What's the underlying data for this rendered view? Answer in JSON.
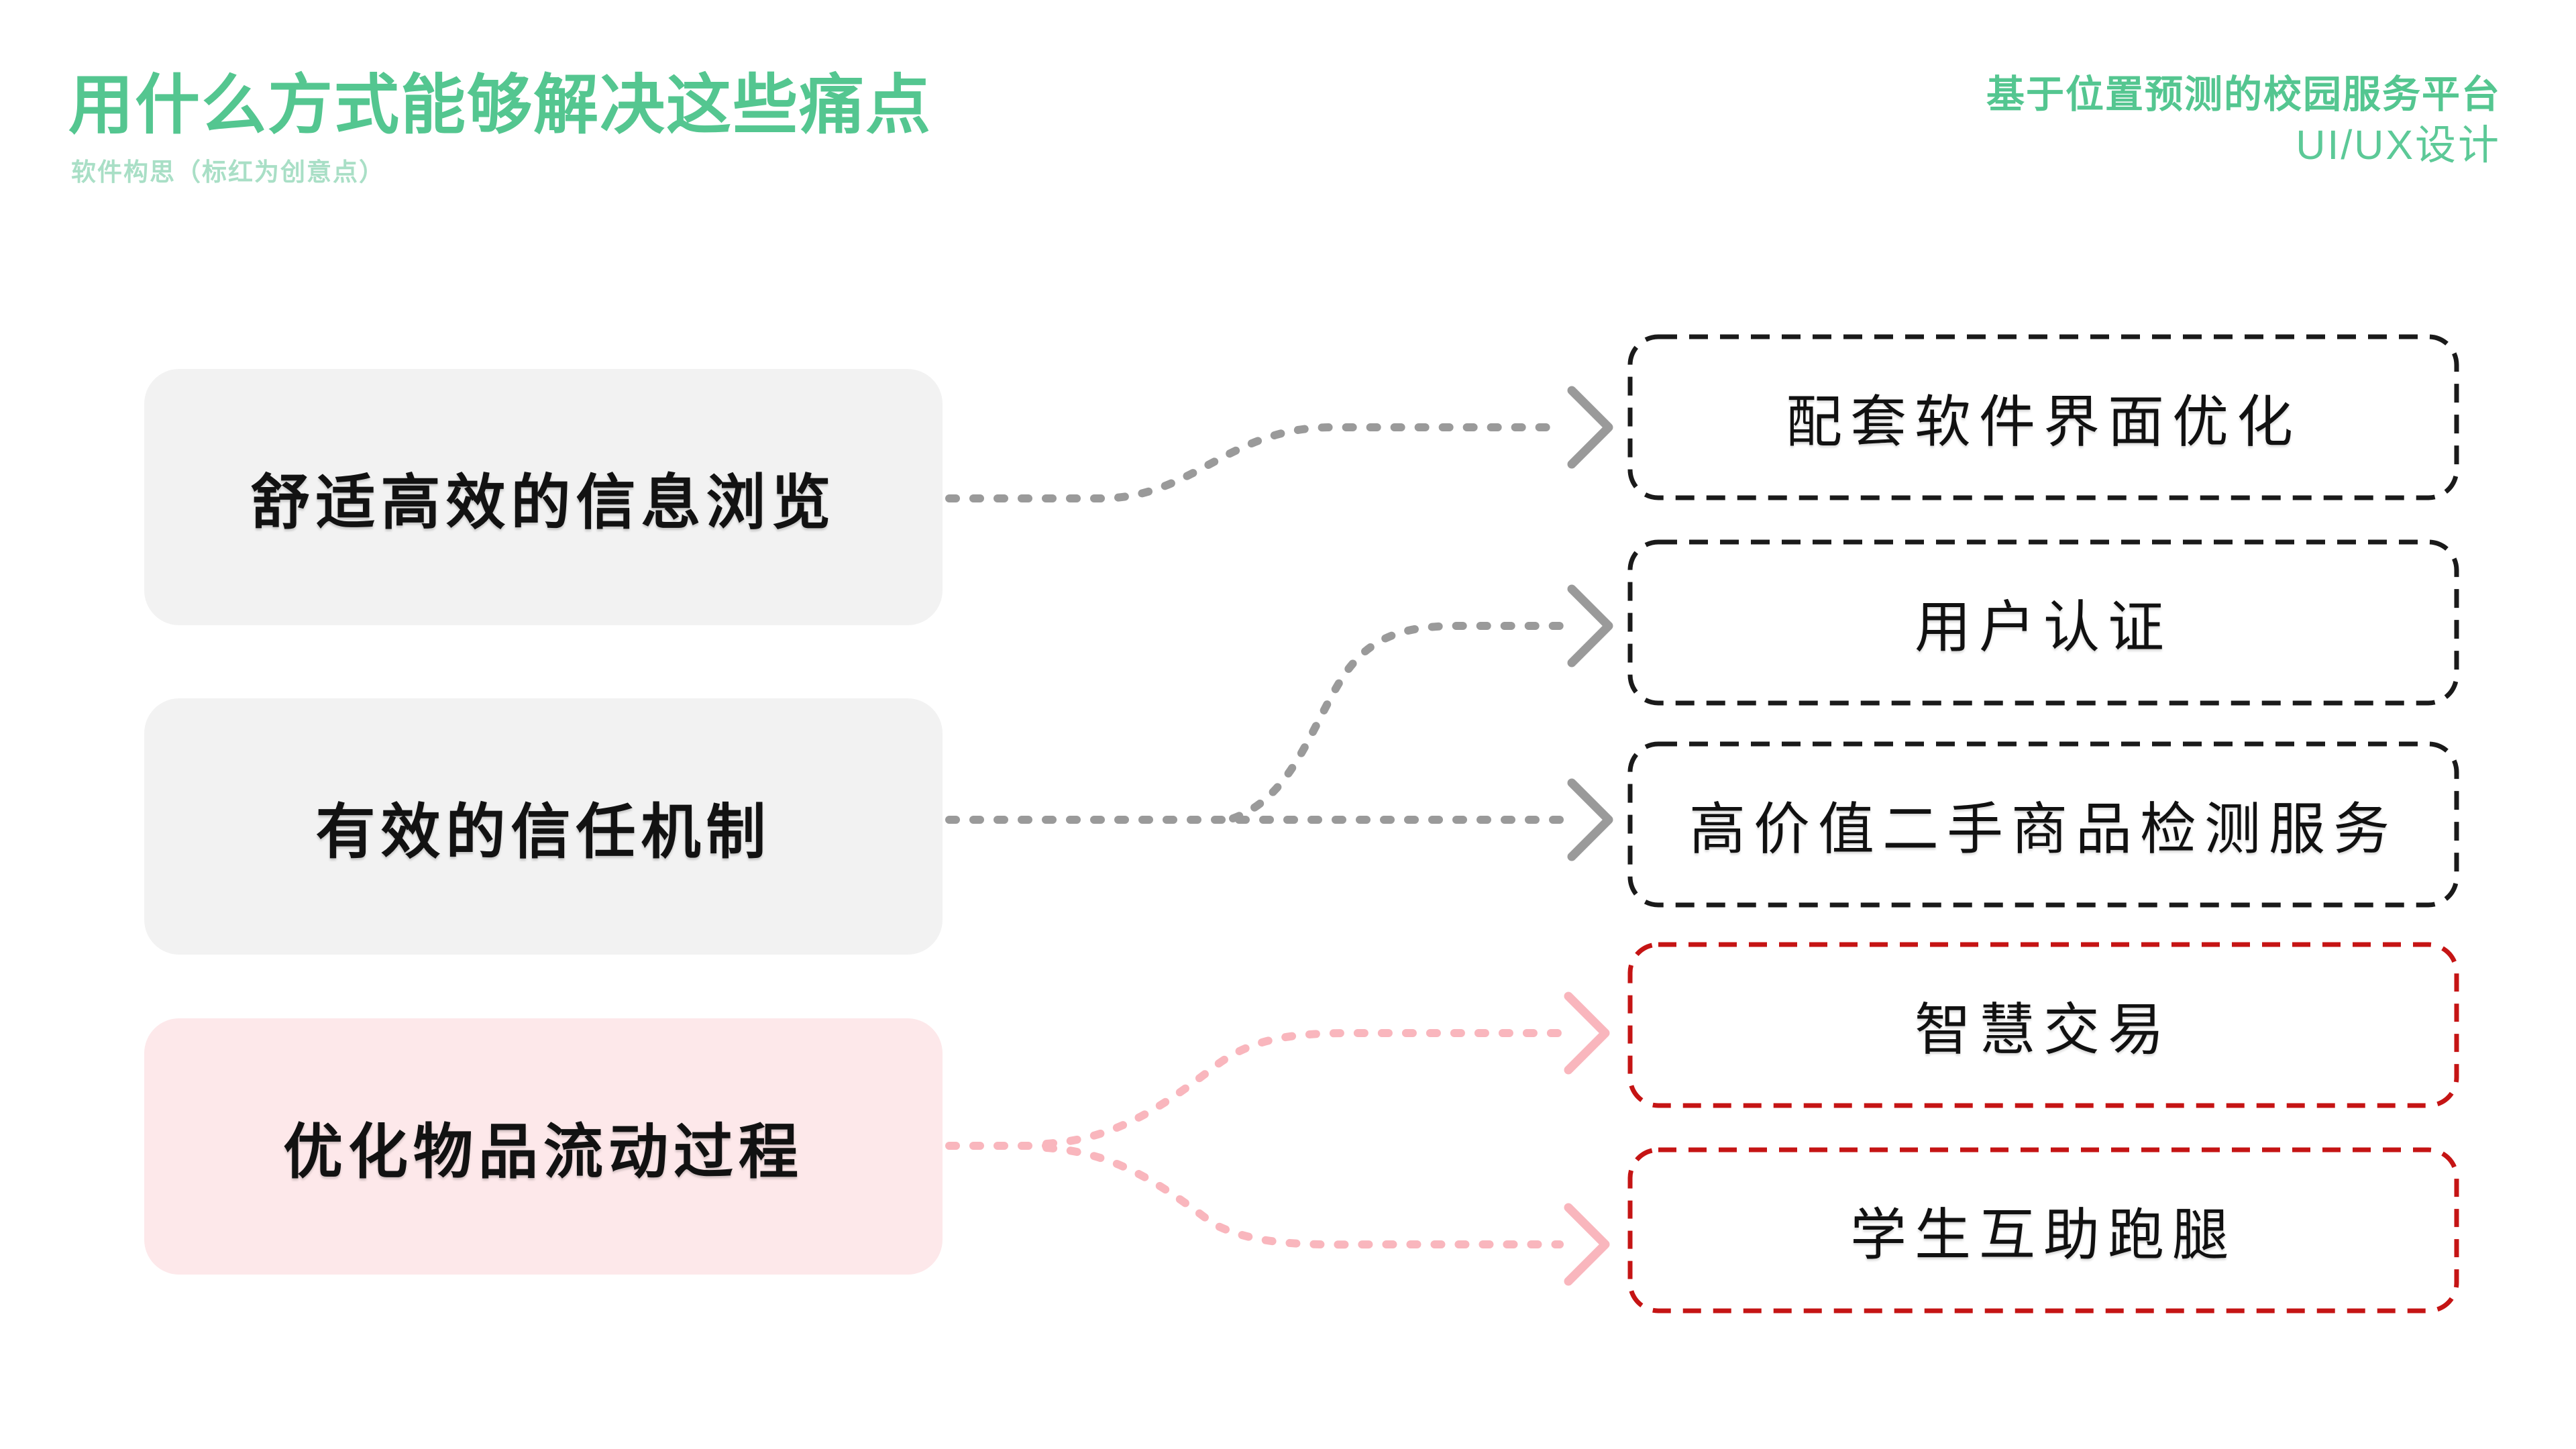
{
  "header": {
    "title": "用什么方式能够解决这些痛点",
    "subtitle": "软件构思（标红为创意点）",
    "project_title": "基于位置预测的校园服务平台",
    "project_subtitle": "UI/UX设计"
  },
  "pain_points": [
    {
      "label": "舒适高效的信息浏览",
      "highlight": false
    },
    {
      "label": "有效的信任机制",
      "highlight": false
    },
    {
      "label": "优化物品流动过程",
      "highlight": true
    }
  ],
  "solutions": [
    {
      "label": "配套软件界面优化",
      "highlight": false
    },
    {
      "label": "用户认证",
      "highlight": false
    },
    {
      "label": "高价值二手商品检测服务",
      "highlight": false
    },
    {
      "label": "智慧交易",
      "highlight": true
    },
    {
      "label": "学生互助跑腿",
      "highlight": true
    }
  ],
  "connections": [
    {
      "from": "舒适高效的信息浏览",
      "to": "配套软件界面优化",
      "style": "gray-dashed-arrow"
    },
    {
      "from": "有效的信任机制",
      "to": "用户认证",
      "style": "gray-dashed-arrow"
    },
    {
      "from": "有效的信任机制",
      "to": "高价值二手商品检测服务",
      "style": "gray-dashed-arrow"
    },
    {
      "from": "优化物品流动过程",
      "to": "智慧交易",
      "style": "pink-dashed-arrow"
    },
    {
      "from": "优化物品流动过程",
      "to": "学生互助跑腿",
      "style": "pink-dashed-arrow"
    }
  ],
  "colors": {
    "title_green": "#54C690",
    "subtitle_green": "#A9DFC6",
    "project_subtitle_green": "#5CC997",
    "pain_box_gray": "#F2F2F2",
    "pain_box_pink": "#FDE8EA",
    "solution_border_black": "#1A1A1A",
    "solution_border_red": "#C51414",
    "connector_gray": "#9A9A9A",
    "connector_pink": "#F9B6BD",
    "text_black": "#111111"
  }
}
